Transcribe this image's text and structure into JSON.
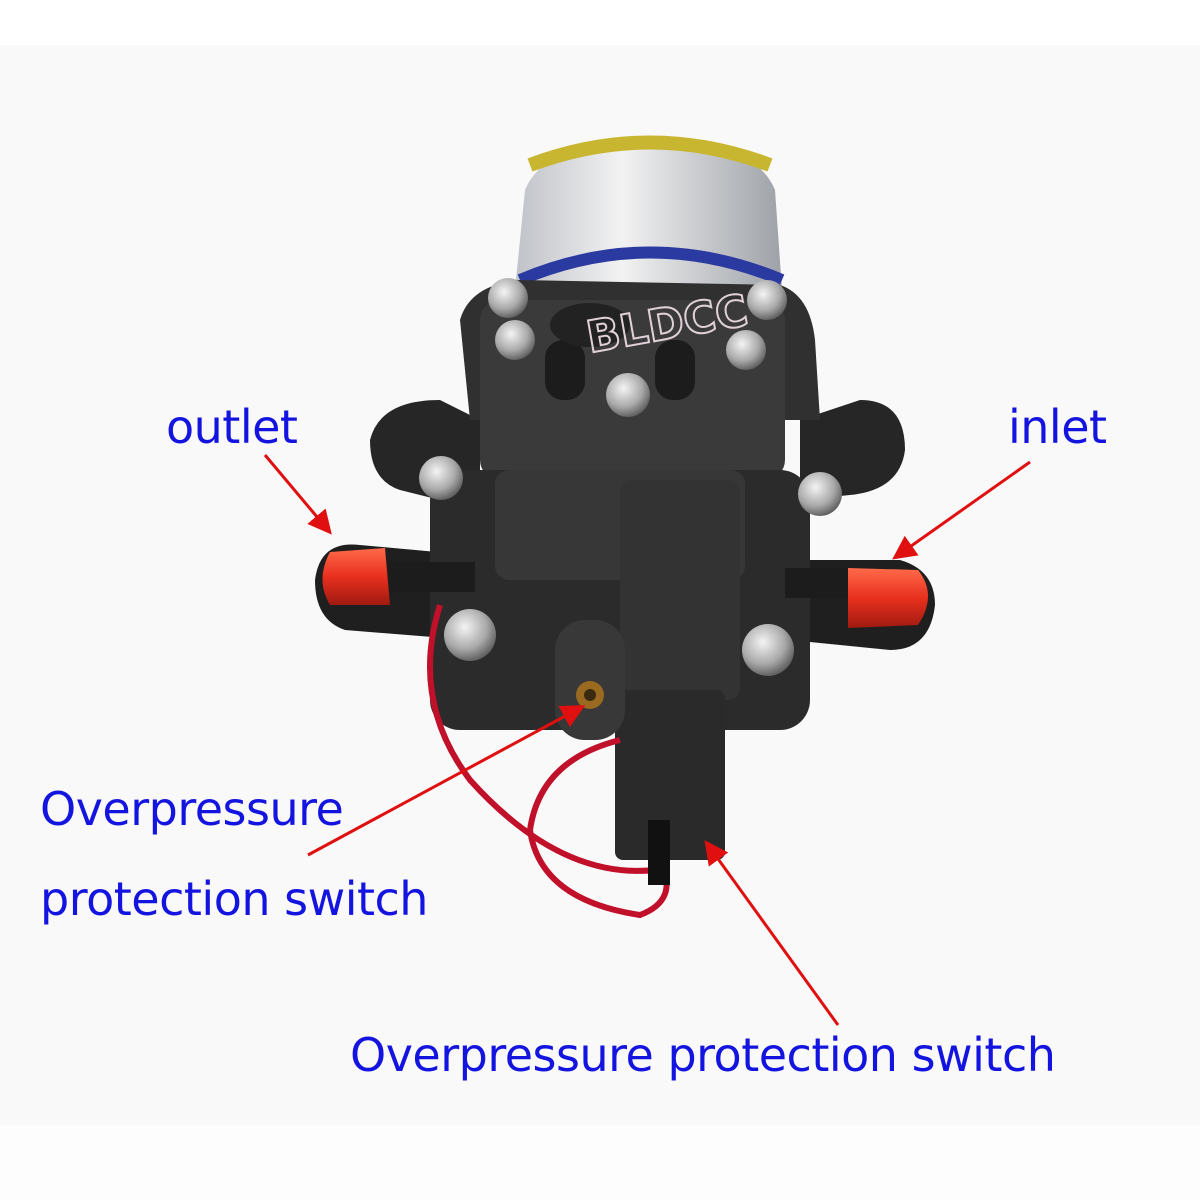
{
  "watermark": "BLDCC",
  "labels": {
    "outlet": "outlet",
    "inlet": "inlet",
    "switch_left_line1": "Overpressure",
    "switch_left_line2": "protection switch",
    "switch_bottom": "Overpressure protection switch"
  },
  "colors": {
    "label_text": "#1414e0",
    "arrow": "#e01010",
    "pump_body": "#2e2e2e",
    "port_caps": "#e8301e",
    "wire": "#c0102a"
  }
}
